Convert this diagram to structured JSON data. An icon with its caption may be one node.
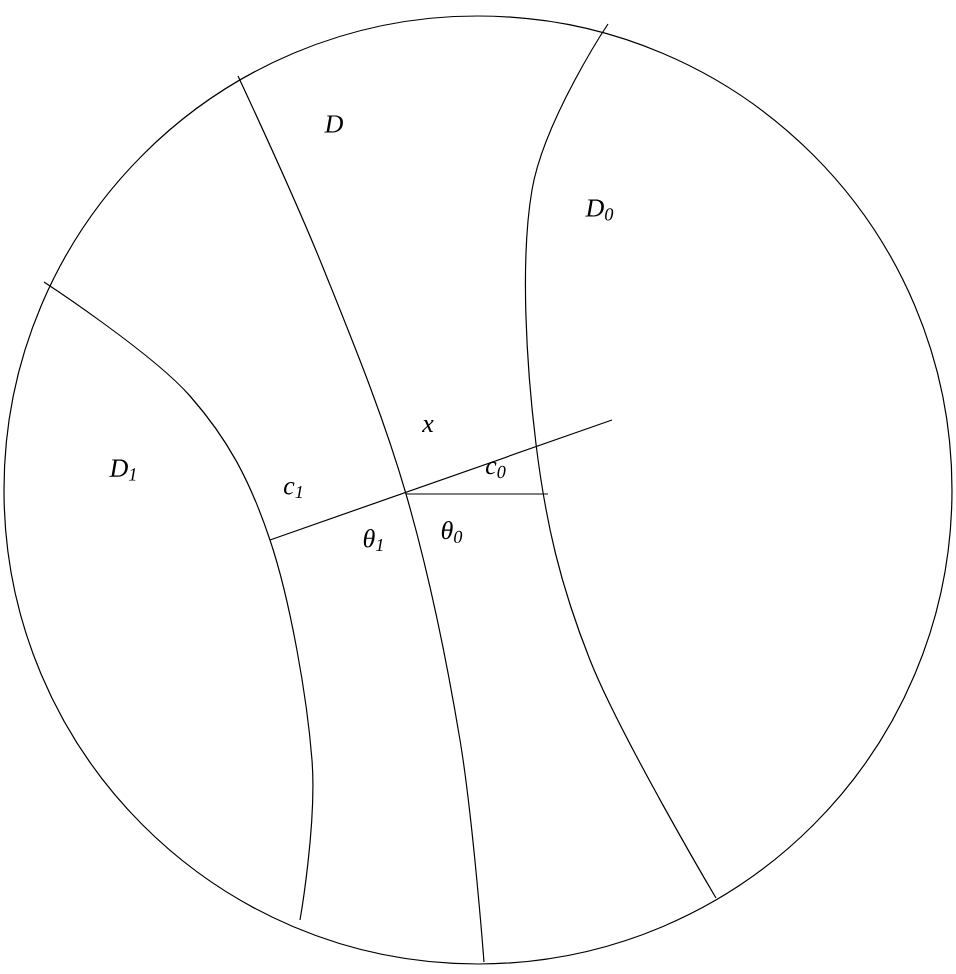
{
  "diagram": {
    "labels": [
      "D",
      "D$_{0}$",
      "D$_{1}$",
      "x",
      "c$_{1}$",
      "c$_{0}$",
      "θ$_{1}$",
      "θ$_{0}$"
    ]
  }
}
